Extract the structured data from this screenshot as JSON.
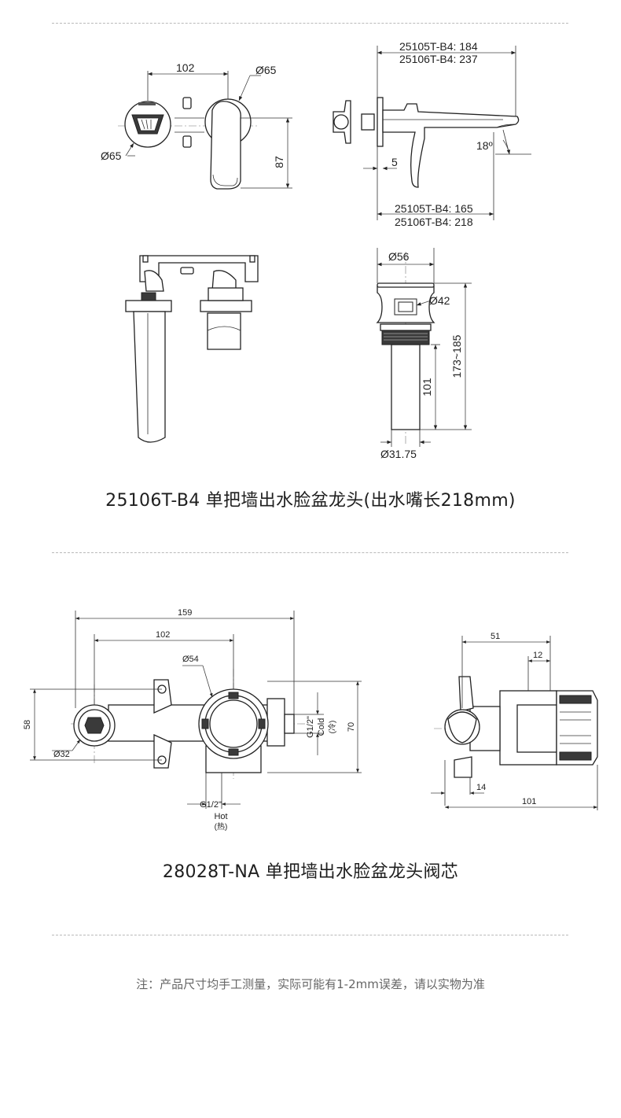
{
  "section1": {
    "caption": "25106T-B4 单把墙出水脸盆龙头(出水嘴长218mm)",
    "dims": {
      "d102": "102",
      "d65_top": "Ø65",
      "d65_left": "Ø65",
      "d87": "87",
      "side_top_1": "25105T-B4: 184",
      "side_top_2": "25106T-B4: 237",
      "side_bot_1": "25105T-B4: 165",
      "side_bot_2": "25106T-B4: 218",
      "d5": "5",
      "angle": "18º",
      "d56": "Ø56",
      "d42": "Ø42",
      "d101": "101",
      "d173": "173~185",
      "d3175": "Ø31.75"
    }
  },
  "section2": {
    "caption": "28028T-NA 单把墙出水脸盆龙头阀芯",
    "dims": {
      "d159": "159",
      "d102": "102",
      "d54": "Ø54",
      "d58": "58",
      "d70": "70",
      "d32": "Ø32",
      "g_cold": "G1/2\"",
      "cold_en": "Cold",
      "cold_cn": "(冷)",
      "g_hot": "G1/2\"",
      "hot_en": "Hot",
      "hot_cn": "(热)",
      "d51": "51",
      "d12": "12",
      "d14": "14",
      "d101": "101"
    }
  },
  "note": "注：产品尺寸均手工测量，实际可能有1-2mm误差，请以实物为准"
}
